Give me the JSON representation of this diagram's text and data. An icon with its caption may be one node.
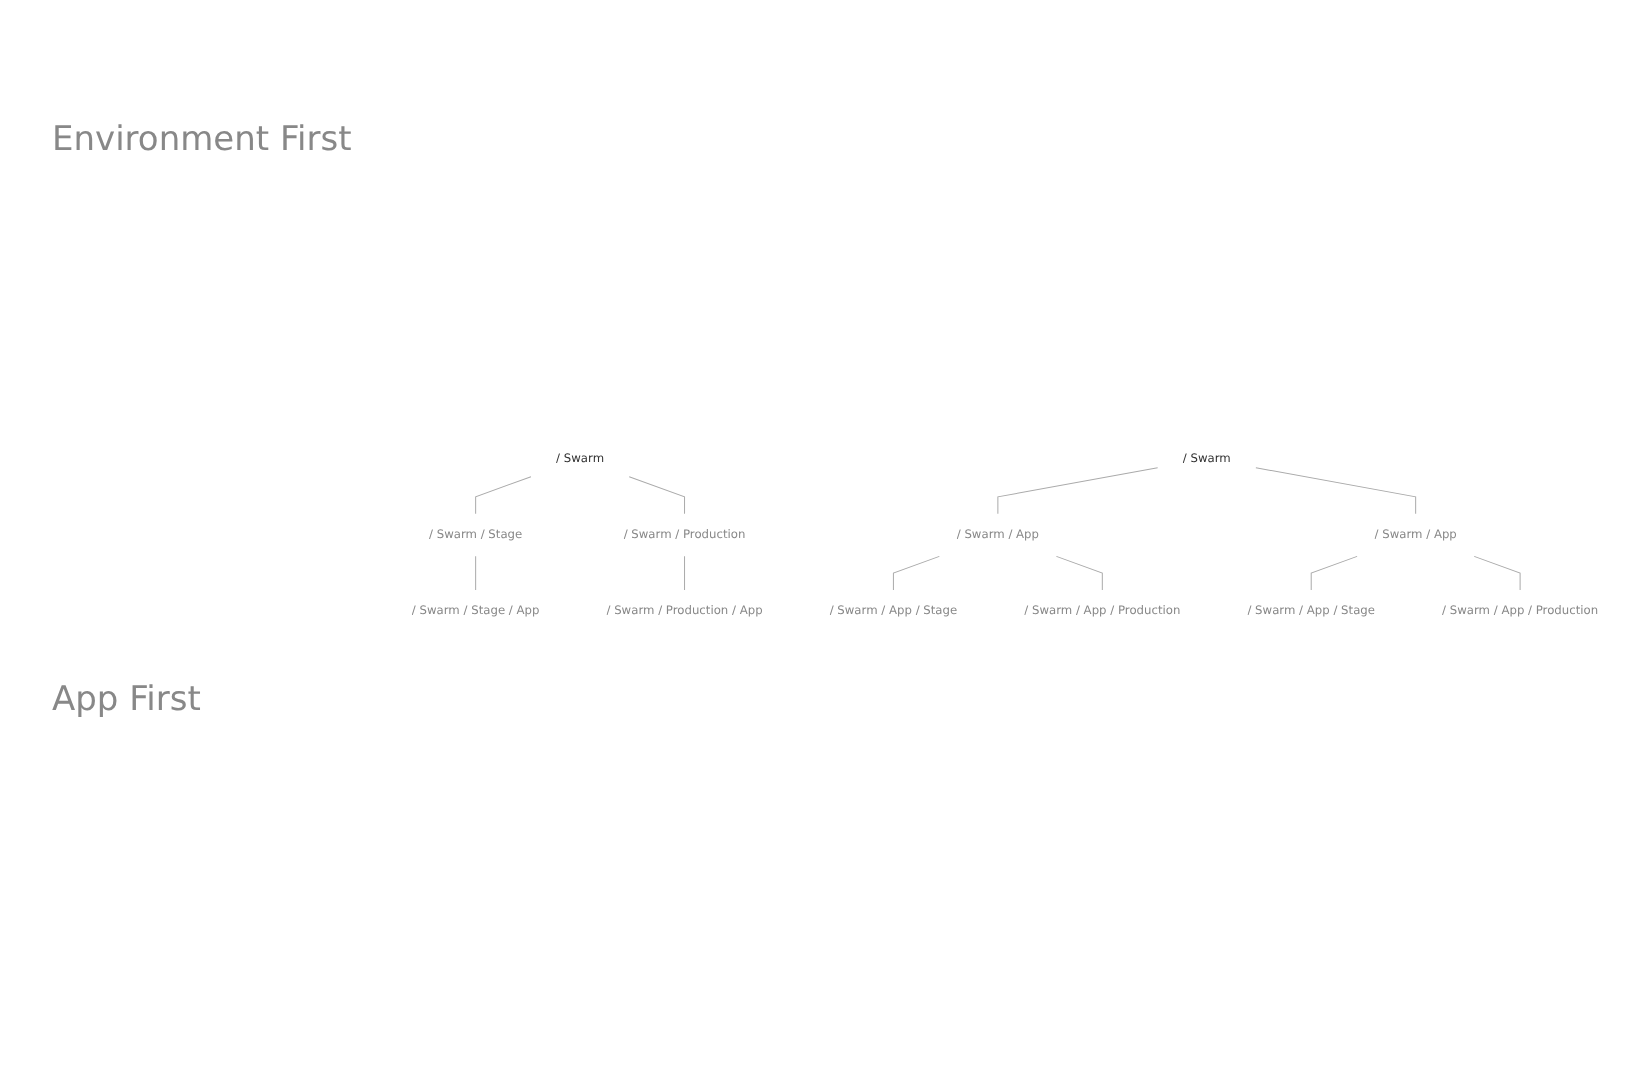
{
  "diagram": {
    "nodes": [
      {
        "text": [
          "/ Swarm"
        ]
      },
      {
        "text": [
          "/ Swarm / Stage"
        ]
      },
      {
        "text": [
          "/ Swarm / Production"
        ]
      },
      {
        "text": [
          "/ Swarm / Stage / App"
        ]
      },
      {
        "text": [
          "/ Swarm / Production / App"
        ]
      },
      {
        "text": [
          "/ Swarm"
        ]
      },
      {
        "text": [
          "/ Swarm / App"
        ]
      },
      {
        "text": [
          "/ Swarm / App"
        ]
      },
      {
        "text": [
          "/ Swarm / App / Stage"
        ]
      },
      {
        "text": [
          "/ Swarm / App / Production"
        ]
      },
      {
        "text": [
          "/ Swarm / App / Stage"
        ]
      },
      {
        "text": [
          "/ Swarm / App / Production"
        ]
      }
    ],
    "edges": [
      {
        "from": 0,
        "to": 1,
        "arrow": "none"
      },
      {
        "from": 0,
        "to": 2,
        "arrow": "none"
      },
      {
        "from": 1,
        "to": 3,
        "arrow": "none"
      },
      {
        "from": 2,
        "to": 4,
        "arrow": "none"
      },
      {
        "from": 5,
        "to": 6,
        "arrow": "none"
      },
      {
        "from": 5,
        "to": 7,
        "arrow": "none"
      },
      {
        "from": 6,
        "to": 8,
        "arrow": "none"
      },
      {
        "from": 6,
        "to": 9,
        "arrow": "none"
      },
      {
        "from": 7,
        "to": 10,
        "arrow": "none"
      },
      {
        "from": 7,
        "to": 11,
        "arrow": "none"
      }
    ],
    "labels": [
      "Environment First",
      "App First"
    ]
  }
}
